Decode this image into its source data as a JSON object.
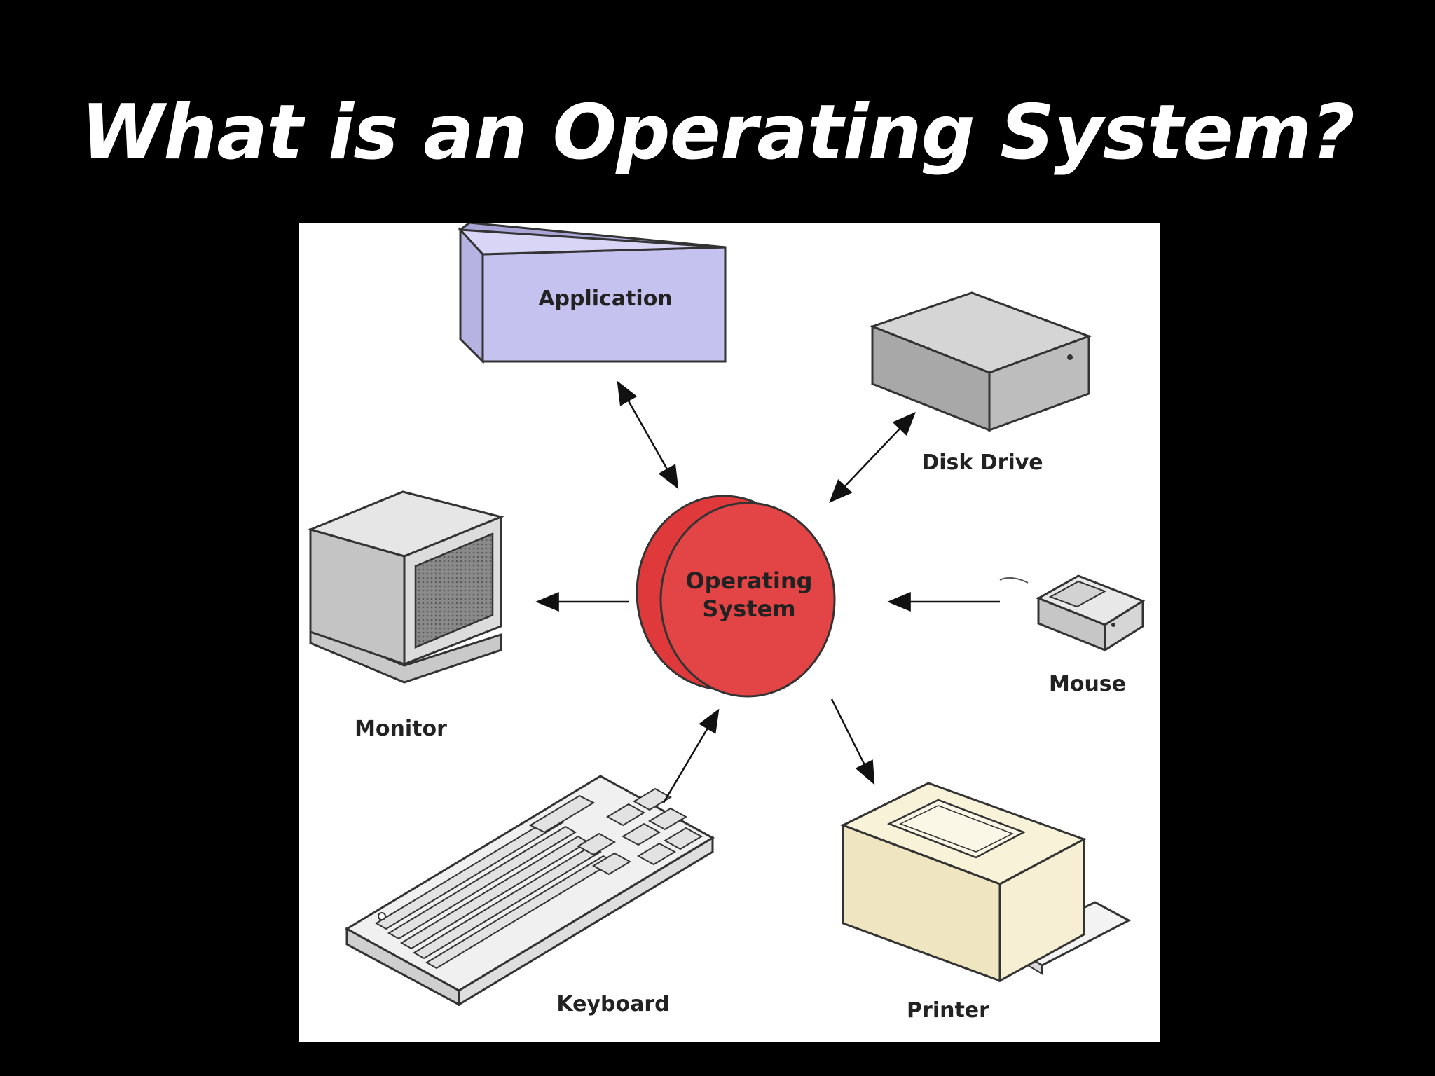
{
  "slide": {
    "title": "What is an Operating System?"
  },
  "diagram": {
    "center": {
      "line1": "Operating",
      "line2": "System",
      "color": "#e23b3b"
    },
    "nodes": {
      "application": {
        "label": "Application",
        "color": "#c6c2f0"
      },
      "disk_drive": {
        "label": "Disk Drive",
        "color": "#bdbdbd"
      },
      "monitor": {
        "label": "Monitor",
        "color": "#d9d9d9"
      },
      "mouse": {
        "label": "Mouse",
        "color": "#d9d9d9"
      },
      "keyboard": {
        "label": "Keyboard",
        "color": "#ededed"
      },
      "printer": {
        "label": "Printer",
        "color": "#f6efd3"
      }
    },
    "connections": [
      {
        "from": "Application",
        "to": "Operating System",
        "direction": "both"
      },
      {
        "from": "Disk Drive",
        "to": "Operating System",
        "direction": "both"
      },
      {
        "from": "Operating System",
        "to": "Monitor",
        "direction": "to"
      },
      {
        "from": "Mouse",
        "to": "Operating System",
        "direction": "to"
      },
      {
        "from": "Keyboard",
        "to": "Operating System",
        "direction": "to"
      },
      {
        "from": "Operating System",
        "to": "Printer",
        "direction": "to"
      }
    ]
  }
}
